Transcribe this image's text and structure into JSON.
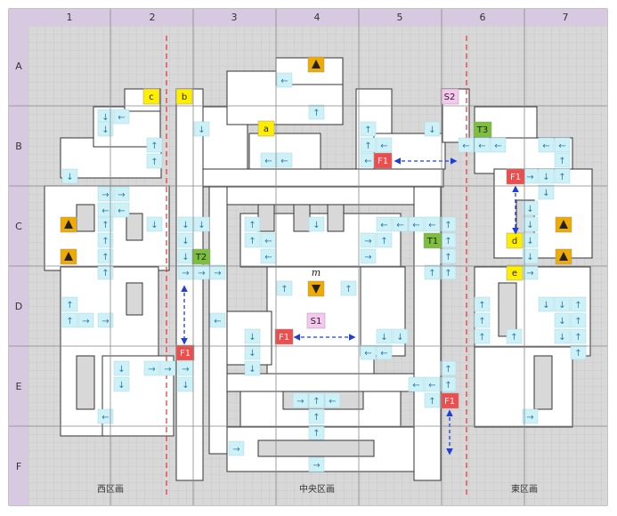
{
  "columns": [
    "1",
    "2",
    "3",
    "4",
    "5",
    "6",
    "7"
  ],
  "rows": [
    "A",
    "B",
    "C",
    "D",
    "E",
    "F"
  ],
  "districts": [
    {
      "id": "west",
      "label": "西区画"
    },
    {
      "id": "central",
      "label": "中央区画"
    },
    {
      "id": "east",
      "label": "東区画"
    }
  ],
  "colors": {
    "band": "#d6c9e0",
    "frame_bg": "#d8d8d8",
    "room": "#ffffff",
    "arrow_tile": "#cdf1f7",
    "arrow_glyph": "#2a7fa8",
    "letter_tile": "#ffee00",
    "stairs_tile": "#f0ab00",
    "teleport_tile": "#7cbf3c",
    "f1_tile": "#ef4d4d",
    "s_tile": "#f6c8f0",
    "divider": "#e33333",
    "link": "#1f3fd6"
  },
  "markers": [
    {
      "id": "marker-c",
      "text": "c",
      "kind": "letter"
    },
    {
      "id": "marker-b",
      "text": "b",
      "kind": "letter"
    },
    {
      "id": "marker-a",
      "text": "a",
      "kind": "letter"
    },
    {
      "id": "marker-d",
      "text": "d",
      "kind": "letter"
    },
    {
      "id": "marker-e",
      "text": "e",
      "kind": "letter"
    },
    {
      "id": "marker-s2",
      "text": "S2",
      "kind": "s"
    },
    {
      "id": "marker-s1",
      "text": "S1",
      "kind": "s"
    },
    {
      "id": "marker-t1",
      "text": "T1",
      "kind": "teleport"
    },
    {
      "id": "marker-t2",
      "text": "T2",
      "kind": "teleport"
    },
    {
      "id": "marker-t3",
      "text": "T3",
      "kind": "teleport"
    },
    {
      "id": "marker-f1-b",
      "text": "F1",
      "kind": "f1"
    },
    {
      "id": "marker-f1-c",
      "text": "F1",
      "kind": "f1"
    },
    {
      "id": "marker-f1-d",
      "text": "F1",
      "kind": "f1"
    },
    {
      "id": "marker-f1-e3",
      "text": "F1",
      "kind": "f1"
    },
    {
      "id": "marker-f1-e5",
      "text": "F1",
      "kind": "f1"
    },
    {
      "id": "marker-m",
      "text": "m",
      "kind": "italic"
    }
  ],
  "stairs": [
    {
      "id": "stairs-up-a",
      "dir": "up"
    },
    {
      "id": "stairs-up-c1",
      "dir": "up"
    },
    {
      "id": "stairs-up-c2",
      "dir": "up"
    },
    {
      "id": "stairs-up-c3",
      "dir": "up"
    },
    {
      "id": "stairs-up-c4",
      "dir": "up"
    },
    {
      "id": "stairs-down-m",
      "dir": "down"
    }
  ]
}
